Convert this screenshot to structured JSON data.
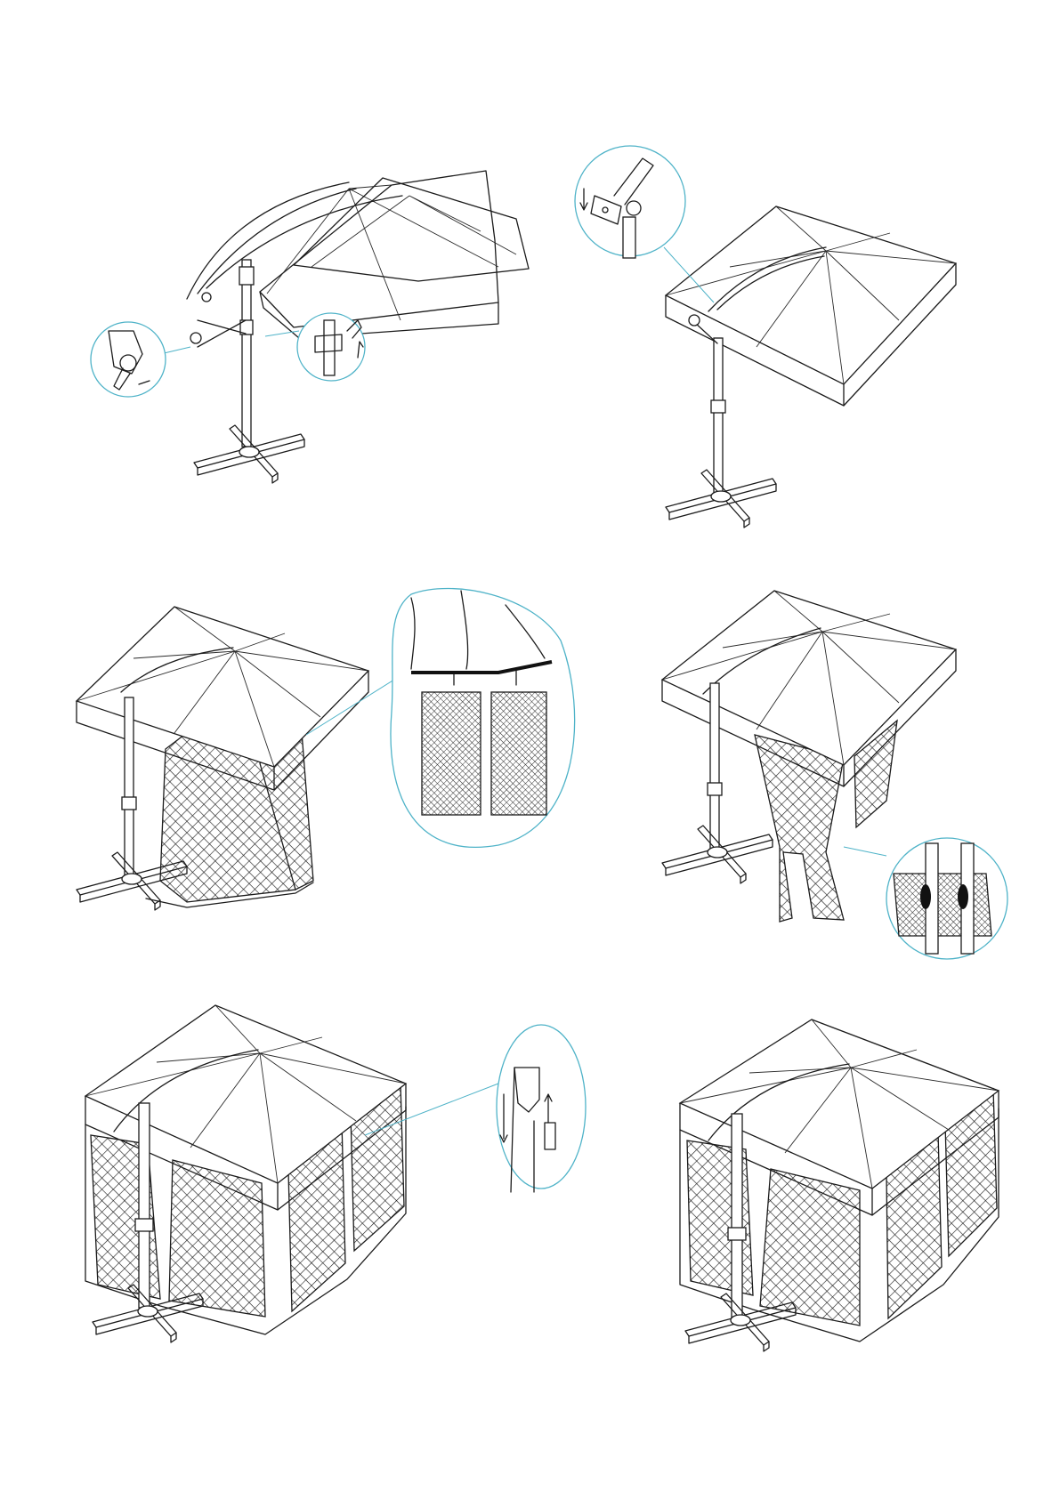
{
  "sheet": {
    "background": "#ffffff",
    "line_color": "#1b1b1b",
    "callout_color": "#4fb3c8"
  },
  "panels": [
    {
      "icon": "crank-open-umbrella-illustration"
    },
    {
      "icon": "tilt-locked-umbrella-illustration"
    },
    {
      "icon": "attach-first-net-panel-illustration"
    },
    {
      "icon": "hanging-net-curtain-illustration"
    },
    {
      "icon": "net-panels-front-illustration"
    },
    {
      "icon": "net-panels-enclosed-illustration"
    }
  ]
}
